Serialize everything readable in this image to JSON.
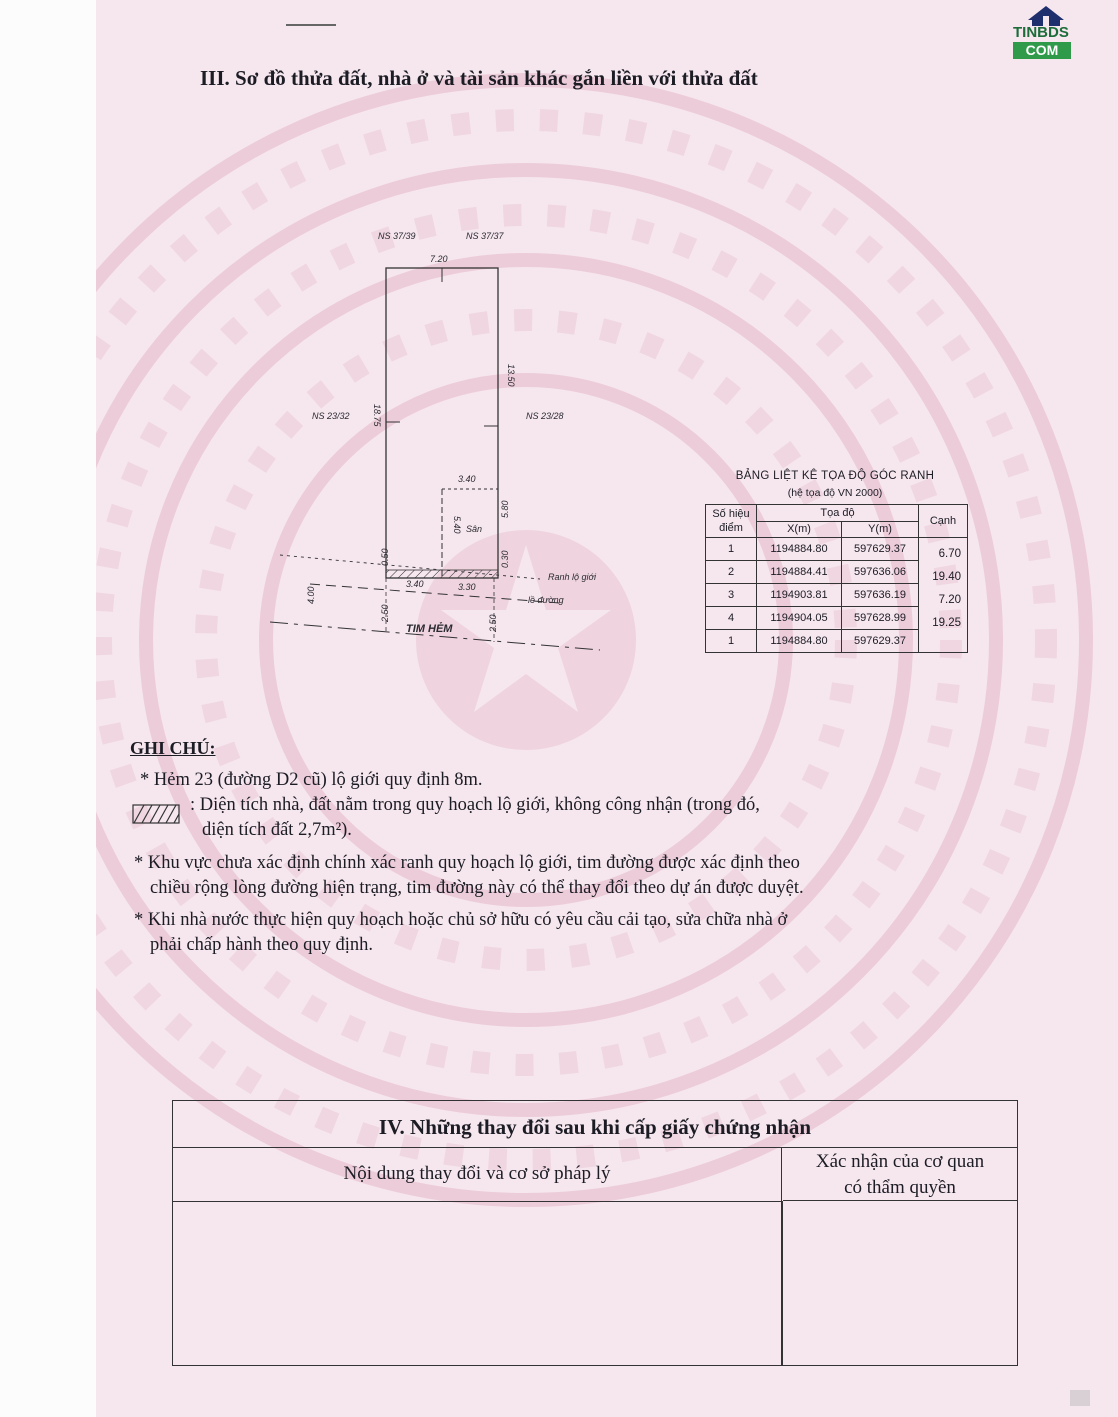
{
  "logo": {
    "line1": "TINBDS",
    "line2": "COM"
  },
  "section3": {
    "title": "III. Sơ đồ thửa đất, nhà ở và tài sản khác gắn liền với thửa đất"
  },
  "plan": {
    "neighbors": {
      "top_left": "NS 37/39",
      "top_right": "NS 37/37",
      "left": "NS 23/32",
      "right": "NS 23/28"
    },
    "dims": {
      "top": "7.20",
      "left_side": "18.75",
      "right_side": "13.50",
      "inner_top": "3.40",
      "inner_left": "5.40",
      "inner_right": "5.80",
      "inner_label": "Sân",
      "left_small": "0.50",
      "right_small": "0.30",
      "bottom_left": "3.40",
      "bottom_right": "3.30",
      "offset_left": "4.00",
      "road_left": "2.50",
      "road_right": "2.50"
    },
    "labels": {
      "ranh_lo_gioi": "Ranh lộ giới",
      "le_duong": "lề đường",
      "tim_hem": "TIM HẺM"
    }
  },
  "coords_table": {
    "title": "BẢNG LIỆT KÊ TỌA ĐỘ GÓC RANH",
    "subtitle": "(hệ tọa độ VN 2000)",
    "headers": {
      "so_hieu": "Số hiệu",
      "diem": "điểm",
      "toa_do": "Tọa độ",
      "x": "X(m)",
      "y": "Y(m)",
      "canh": "Cạnh"
    },
    "rows": [
      {
        "id": "1",
        "x": "1194884.80",
        "y": "597629.37"
      },
      {
        "id": "2",
        "x": "1194884.41",
        "y": "597636.06"
      },
      {
        "id": "3",
        "x": "1194903.81",
        "y": "597636.19"
      },
      {
        "id": "4",
        "x": "1194904.05",
        "y": "597628.99"
      },
      {
        "id": "1",
        "x": "1194884.80",
        "y": "597629.37"
      }
    ],
    "edges": [
      "6.70",
      "19.40",
      "7.20",
      "19.25"
    ]
  },
  "notes": {
    "title": "GHI CHÚ:",
    "n1": "* Hẻm 23 (đường D2 cũ) lộ giới quy định 8m.",
    "n2a": ": Diện tích nhà, đất nằm trong quy hoạch lộ giới, không công nhận (trong đó,",
    "n2b": "diện tích đất 2,7m²).",
    "n3a": "* Khu vực chưa xác định chính xác ranh quy hoạch lộ giới, tim đường được xác định theo",
    "n3b": "chiều rộng lòng đường hiện trạng, tim đường này có thể thay đổi theo dự án được duyệt.",
    "n4a": "* Khi nhà nước thực hiện quy hoạch hoặc chủ sở hữu có yêu cầu cải tạo, sửa chữa nhà ở",
    "n4b": "phải chấp hành theo quy định."
  },
  "section4": {
    "title": "IV. Những thay đổi sau khi cấp giấy chứng nhận",
    "col_left": "Nội dung thay đổi và cơ sở pháp lý",
    "col_right_1": "Xác nhận của cơ quan",
    "col_right_2": "có thẩm quyền"
  },
  "colors": {
    "paper": "#f6e6ee",
    "seal": "#e9c6d4",
    "ink": "#1c1c24",
    "logo_green": "#2f9a4a"
  }
}
